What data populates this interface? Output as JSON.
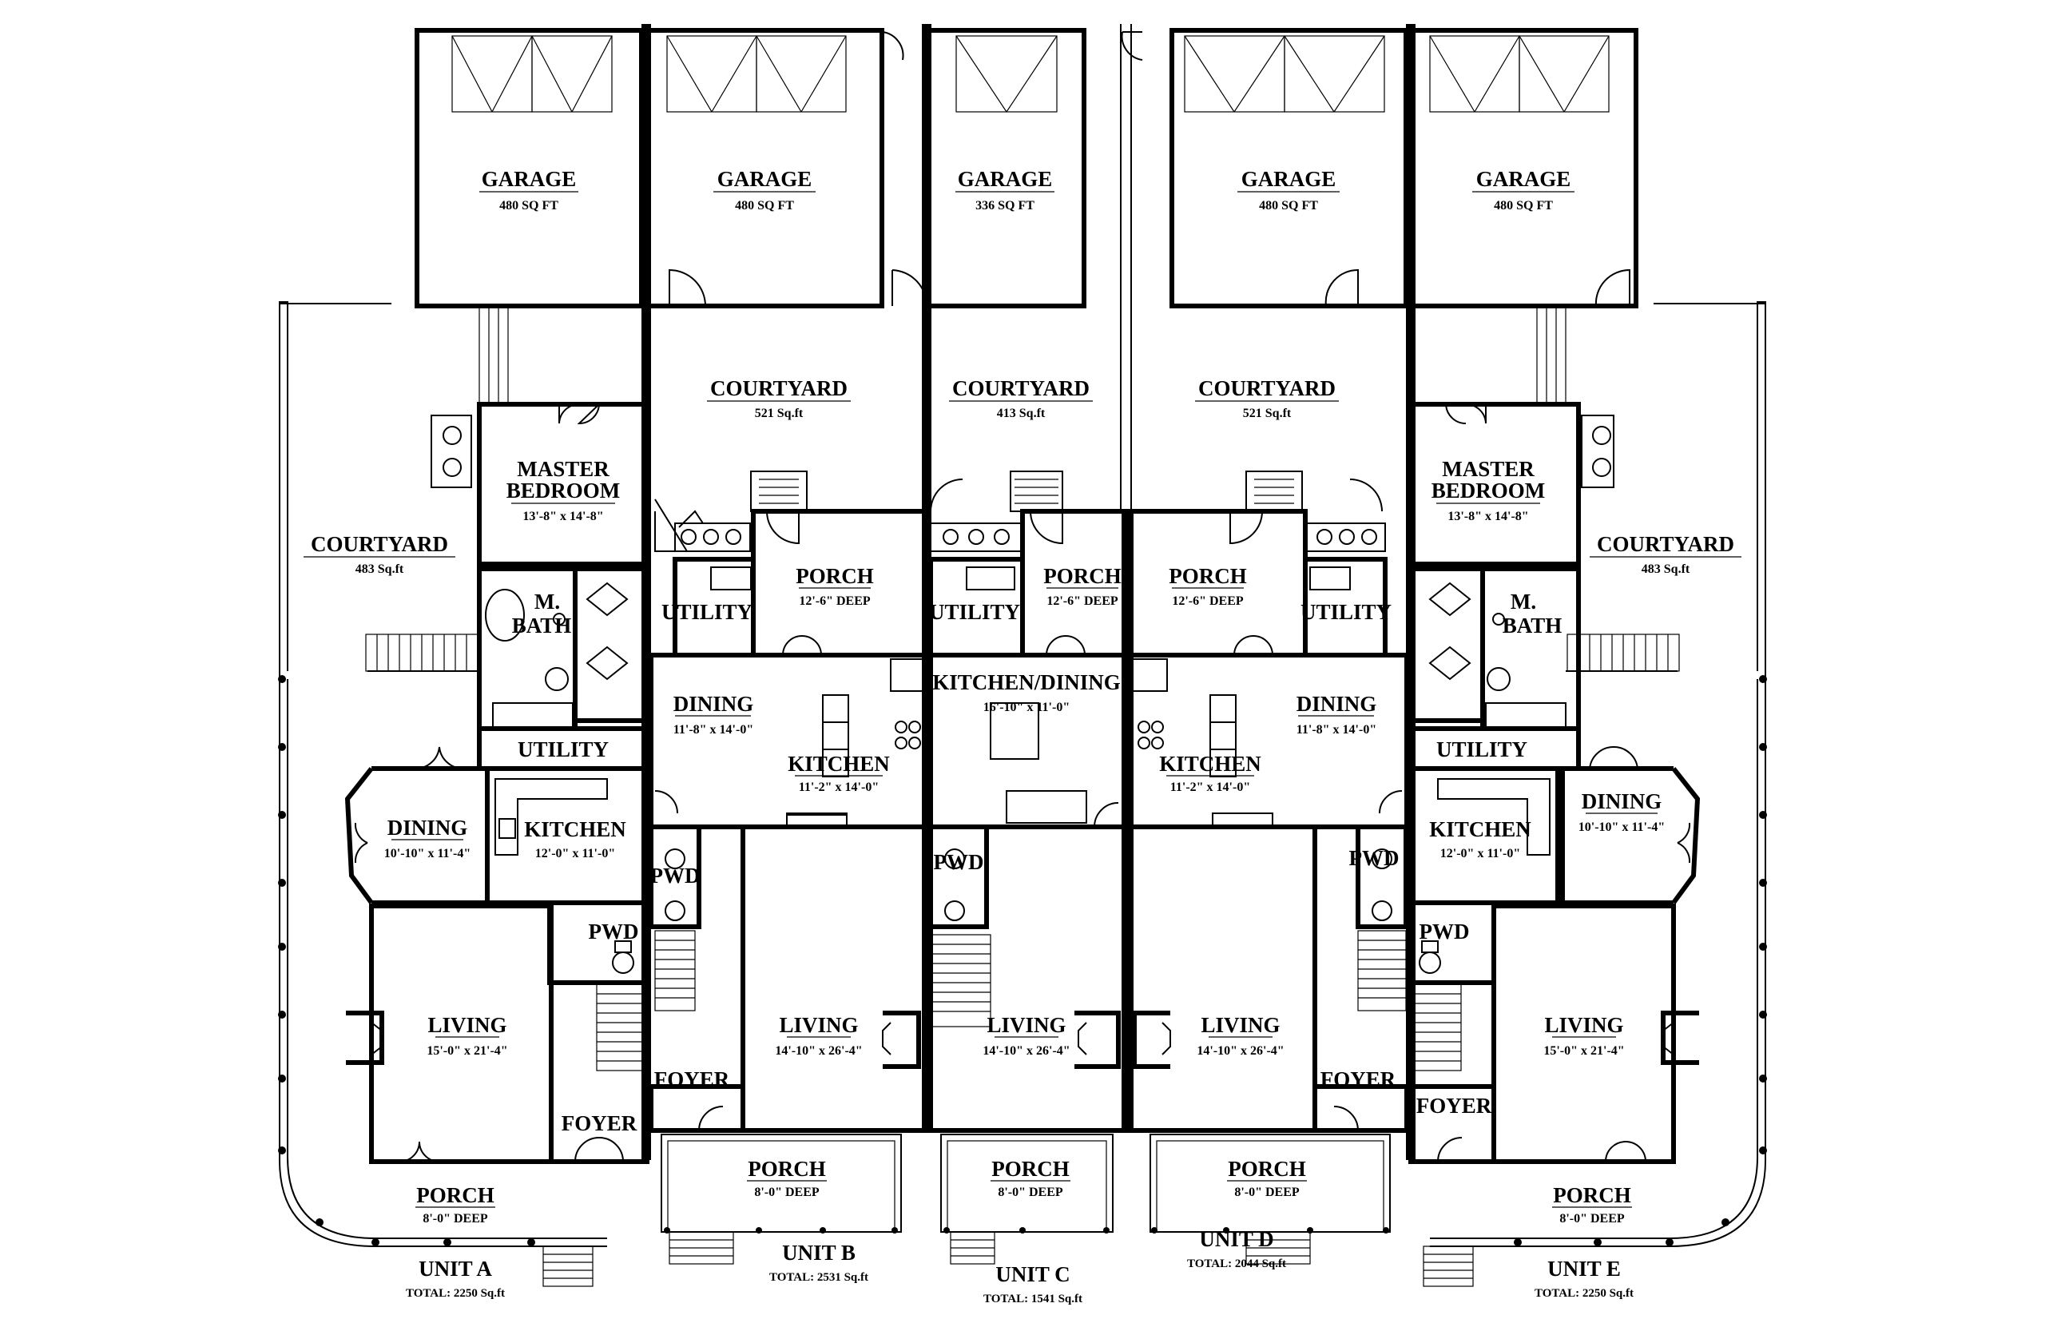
{
  "garages": [
    {
      "name": "GARAGE",
      "area": "480 SQ FT"
    },
    {
      "name": "GARAGE",
      "area": "480 SQ FT"
    },
    {
      "name": "GARAGE",
      "area": "336 SQ FT"
    },
    {
      "name": "GARAGE",
      "area": "480 SQ FT"
    },
    {
      "name": "GARAGE",
      "area": "480 SQ FT"
    }
  ],
  "courtyards": {
    "a": {
      "name": "COURTYARD",
      "area": "483 Sq.ft"
    },
    "b": {
      "name": "COURTYARD",
      "area": "521 Sq.ft"
    },
    "c": {
      "name": "COURTYARD",
      "area": "413 Sq.ft"
    },
    "d": {
      "name": "COURTYARD",
      "area": "521 Sq.ft"
    },
    "e": {
      "name": "COURTYARD",
      "area": "483 Sq.ft"
    }
  },
  "unit_a": {
    "master_line1": "MASTER",
    "master_line2": "BEDROOM",
    "master_dim": "13'-8\" x 14'-8\"",
    "mbath_line1": "M.",
    "mbath_line2": "BATH",
    "utility": "UTILITY",
    "dining": "DINING",
    "dining_dim": "10'-10\" x 11'-4\"",
    "kitchen": "KITCHEN",
    "kitchen_dim": "12'-0\" x 11'-0\"",
    "pwd": "PWD",
    "living": "LIVING",
    "living_dim": "15'-0\" x 21'-4\"",
    "foyer": "FOYER",
    "porch": "PORCH",
    "porch_dim": "8'-0\" DEEP",
    "unit": "UNIT A",
    "total": "TOTAL: 2250 Sq.ft"
  },
  "unit_b": {
    "porch_rear": "PORCH",
    "porch_rear_dim": "12'-6\" DEEP",
    "utility": "UTILITY",
    "dining": "DINING",
    "dining_dim": "11'-8\" x 14'-0\"",
    "kitchen": "KITCHEN",
    "kitchen_dim": "11'-2\" x 14'-0\"",
    "pwd": "PWD",
    "foyer": "FOYER",
    "living": "LIVING",
    "living_dim": "14'-10\" x 26'-4\"",
    "porch": "PORCH",
    "porch_dim": "8'-0\" DEEP",
    "unit": "UNIT B",
    "total": "TOTAL: 2531 Sq.ft"
  },
  "unit_c": {
    "porch_rear": "PORCH",
    "porch_rear_dim": "12'-6\" DEEP",
    "utility": "UTILITY",
    "kitchen_dining": "KITCHEN/DINING",
    "kitchen_dining_dim": "16'-10\" x 11'-0\"",
    "pwd": "PWD",
    "living": "LIVING",
    "living_dim": "14'-10\" x 26'-4\"",
    "porch": "PORCH",
    "porch_dim": "8'-0\" DEEP",
    "unit": "UNIT C",
    "total": "TOTAL: 1541 Sq.ft"
  },
  "unit_d": {
    "porch_rear": "PORCH",
    "porch_rear_dim": "12'-6\" DEEP",
    "utility": "UTILITY",
    "dining": "DINING",
    "dining_dim": "11'-8\" x 14'-0\"",
    "kitchen": "KITCHEN",
    "kitchen_dim": "11'-2\" x 14'-0\"",
    "pwd": "PWD",
    "foyer": "FOYER",
    "living": "LIVING",
    "living_dim": "14'-10\" x 26'-4\"",
    "porch": "PORCH",
    "porch_dim": "8'-0\" DEEP",
    "unit": "UNIT D",
    "total": "TOTAL: 2044 Sq.ft"
  },
  "unit_e": {
    "master_line1": "MASTER",
    "master_line2": "BEDROOM",
    "master_dim": "13'-8\" x 14'-8\"",
    "mbath_line1": "M.",
    "mbath_line2": "BATH",
    "utility": "UTILITY",
    "dining": "DINING",
    "dining_dim": "10'-10\" x 11'-4\"",
    "kitchen": "KITCHEN",
    "kitchen_dim": "12'-0\" x 11'-0\"",
    "pwd": "PWD",
    "living": "LIVING",
    "living_dim": "15'-0\" x 21'-4\"",
    "foyer": "FOYER",
    "porch": "PORCH",
    "porch_dim": "8'-0\" DEEP",
    "unit": "UNIT E",
    "total": "TOTAL: 2250 Sq.ft"
  }
}
